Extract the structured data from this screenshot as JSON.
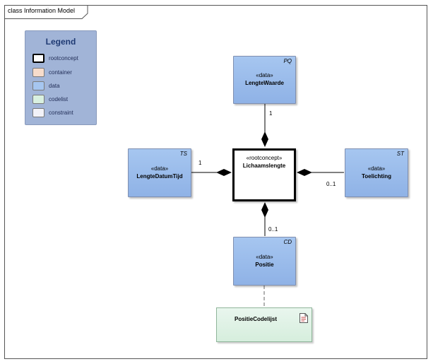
{
  "diagram": {
    "frame_title": "class Information Model"
  },
  "legend": {
    "title": "Legend",
    "items": [
      {
        "label": "rootconcept",
        "color": "#ffffff",
        "border": "#000000"
      },
      {
        "label": "container",
        "color": "#f7dccb",
        "border": "#9a8a80"
      },
      {
        "label": "data",
        "color": "#a6c6f0",
        "border": "#7a8aaa"
      },
      {
        "label": "codelist",
        "color": "#d9f0e0",
        "border": "#7aa080"
      },
      {
        "label": "constraint",
        "color": "#f2f2f8",
        "border": "#8a8a9a"
      }
    ]
  },
  "classes": {
    "lengtewaarde": {
      "tag": "PQ",
      "stereotype": "«data»",
      "name": "LengteWaarde"
    },
    "lengtedatumtijd": {
      "tag": "TS",
      "stereotype": "«data»",
      "name": "LengteDatumTijd"
    },
    "toelichting": {
      "tag": "ST",
      "stereotype": "«data»",
      "name": "Toelichting"
    },
    "positie": {
      "tag": "CD",
      "stereotype": "«data»",
      "name": "Positie"
    },
    "root": {
      "stereotype": "«rootconcept»",
      "name": "Lichaamslengte"
    },
    "codelist": {
      "name": "PositieCodelijst"
    }
  },
  "multiplicities": {
    "lengtewaarde": "1",
    "lengtedatumtijd": "1",
    "toelichting": "0..1",
    "positie": "0..1"
  }
}
